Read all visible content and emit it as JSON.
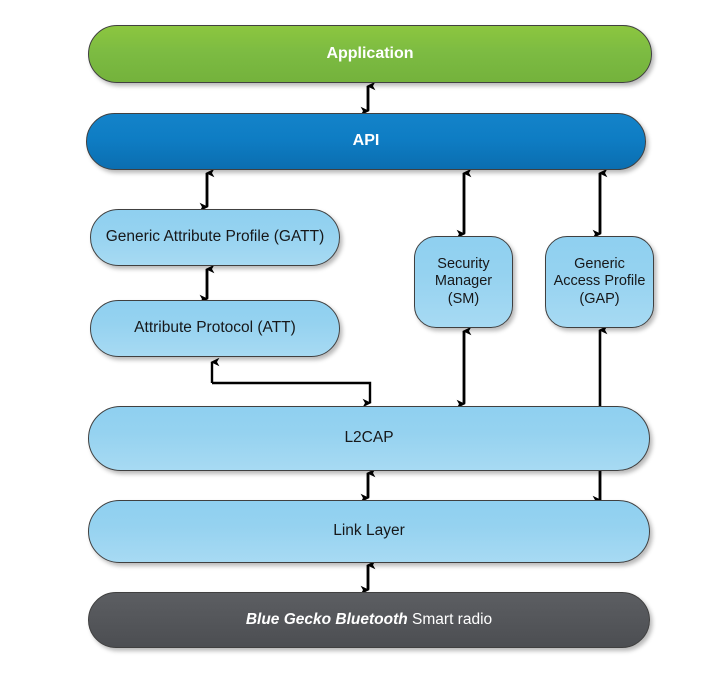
{
  "diagram": {
    "title": "Blue Gecko Bluetooth Smart software stack",
    "type": "layered-block-diagram",
    "colors": {
      "application": "#7CBB42",
      "api": "#0E7DC4",
      "protocol_layer": "#95D2F0",
      "radio": "#55575B",
      "border": "#404040",
      "connector": "#000000",
      "background": "#FFFFFF"
    },
    "nodes": [
      {
        "id": "application",
        "label": "Application",
        "color_key": "application",
        "shape": "pill",
        "text_color": "#FFFFFF"
      },
      {
        "id": "api",
        "label": "API",
        "color_key": "api",
        "shape": "pill",
        "text_color": "#FFFFFF"
      },
      {
        "id": "gatt",
        "label": "Generic Attribute Profile (GATT)",
        "color_key": "protocol_layer",
        "shape": "pill",
        "text_color": "#17181A"
      },
      {
        "id": "att",
        "label": "Attribute Protocol (ATT)",
        "color_key": "protocol_layer",
        "shape": "pill",
        "text_color": "#17181A"
      },
      {
        "id": "sm",
        "label": "Security Manager (SM)",
        "label_lines": [
          "Security",
          "Manager",
          "(SM)"
        ],
        "color_key": "protocol_layer",
        "shape": "soft-rect",
        "text_color": "#17181A"
      },
      {
        "id": "gap",
        "label": "Generic Access Profile (GAP)",
        "label_lines": [
          "Generic",
          "Access Profile",
          "(GAP)"
        ],
        "color_key": "protocol_layer",
        "shape": "soft-rect",
        "text_color": "#17181A"
      },
      {
        "id": "l2cap",
        "label": "L2CAP",
        "color_key": "protocol_layer",
        "shape": "pill",
        "text_color": "#17181A"
      },
      {
        "id": "link_layer",
        "label": "Link Layer",
        "color_key": "protocol_layer",
        "shape": "pill",
        "text_color": "#17181A"
      },
      {
        "id": "radio",
        "label": "Blue Gecko Bluetooth Smart radio",
        "label_emphasis": "Blue Gecko Bluetooth",
        "label_rest": " Smart radio",
        "color_key": "radio",
        "shape": "pill",
        "text_color": "#FFFFFF"
      }
    ],
    "connectors": [
      {
        "id": "application-api",
        "from": "application",
        "to": "api",
        "style": "double-arrow"
      },
      {
        "id": "api-gatt",
        "from": "api",
        "to": "gatt",
        "style": "double-arrow"
      },
      {
        "id": "gatt-att",
        "from": "gatt",
        "to": "att",
        "style": "double-arrow"
      },
      {
        "id": "att-l2cap",
        "from": "att",
        "to": "l2cap",
        "style": "elbow-double-arrow"
      },
      {
        "id": "api-sm",
        "from": "api",
        "to": "sm",
        "style": "double-arrow"
      },
      {
        "id": "sm-l2cap",
        "from": "sm",
        "to": "l2cap",
        "style": "double-arrow"
      },
      {
        "id": "api-gap",
        "from": "api",
        "to": "gap",
        "style": "double-arrow"
      },
      {
        "id": "gap-link-layer",
        "from": "gap",
        "to": "link_layer",
        "style": "double-arrow-through-l2cap"
      },
      {
        "id": "l2cap-link-layer",
        "from": "l2cap",
        "to": "link_layer",
        "style": "double-arrow"
      },
      {
        "id": "link-layer-radio",
        "from": "link_layer",
        "to": "radio",
        "style": "double-arrow"
      }
    ]
  }
}
